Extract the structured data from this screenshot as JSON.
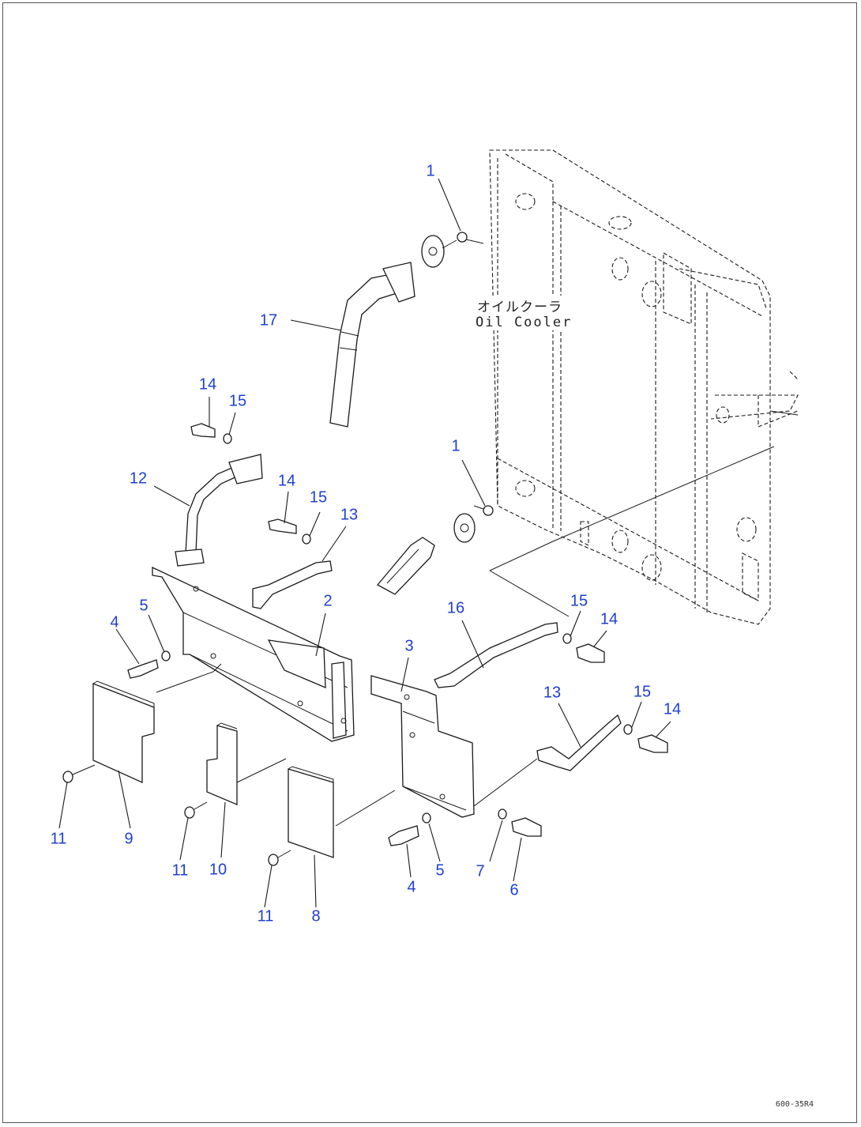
{
  "drawing": {
    "label_jp": "オイルクーラ",
    "label_en": "Oil Cooler",
    "drawing_code": "600-35R4"
  },
  "callouts": [
    {
      "id": "c1a",
      "text": "1"
    },
    {
      "id": "c1b",
      "text": "1"
    },
    {
      "id": "c2",
      "text": "2"
    },
    {
      "id": "c3",
      "text": "3"
    },
    {
      "id": "c4a",
      "text": "4"
    },
    {
      "id": "c4b",
      "text": "4"
    },
    {
      "id": "c5a",
      "text": "5"
    },
    {
      "id": "c5b",
      "text": "5"
    },
    {
      "id": "c6",
      "text": "6"
    },
    {
      "id": "c7",
      "text": "7"
    },
    {
      "id": "c8",
      "text": "8"
    },
    {
      "id": "c9",
      "text": "9"
    },
    {
      "id": "c10",
      "text": "10"
    },
    {
      "id": "c11a",
      "text": "11"
    },
    {
      "id": "c11b",
      "text": "11"
    },
    {
      "id": "c11c",
      "text": "11"
    },
    {
      "id": "c12",
      "text": "12"
    },
    {
      "id": "c13a",
      "text": "13"
    },
    {
      "id": "c13b",
      "text": "13"
    },
    {
      "id": "c14a",
      "text": "14"
    },
    {
      "id": "c14b",
      "text": "14"
    },
    {
      "id": "c14c",
      "text": "14"
    },
    {
      "id": "c14d",
      "text": "14"
    },
    {
      "id": "c15a",
      "text": "15"
    },
    {
      "id": "c15b",
      "text": "15"
    },
    {
      "id": "c15c",
      "text": "15"
    },
    {
      "id": "c15d",
      "text": "15"
    },
    {
      "id": "c16",
      "text": "16"
    },
    {
      "id": "c17",
      "text": "17"
    }
  ]
}
